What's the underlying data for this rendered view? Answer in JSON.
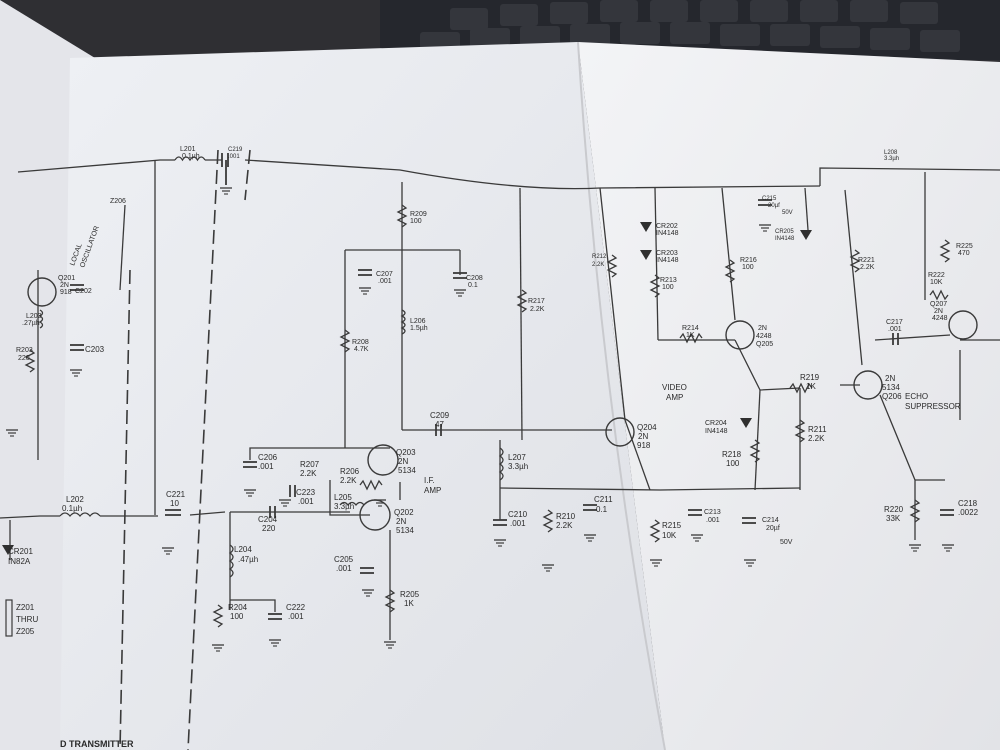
{
  "schematic": {
    "title_fragment": "D TRANSMITTER",
    "labels": {
      "l201": "L201",
      "l201_val": "0.1µh",
      "c219": "C219",
      "c219_val": ".001",
      "z206": "Z206",
      "local_osc_1": "LOCAL",
      "local_osc_2": "OSCILLATOR",
      "q201": "Q201",
      "q201_type": "2N",
      "q201_num": "918",
      "l203": "L203",
      "l203_val": ".27µh",
      "c202": "C202",
      "c203": "C203",
      "r203": "R203",
      "r203_val": "220",
      "cr201": "CR201",
      "cr201_val": "IN82A",
      "z_list_1": "Z201",
      "z_list_2": "THRU",
      "z_list_3": "Z205",
      "l202": "L202",
      "l202_val": "0.1µh",
      "c221": "C221",
      "c221_val": "10",
      "r209": "R209",
      "r209_val": "100",
      "c207": "C207",
      "c207_val": ".001",
      "c208": "C208",
      "c208_val": "0.1",
      "l206": "L206",
      "l206_val": "1.5µh",
      "r208": "R208",
      "r208_val": "4.7K",
      "c209": "C209",
      "c209_val": "47",
      "q203": "Q203",
      "q203_type": "2N",
      "q203_num": "5134",
      "if_amp_1": "I.F.",
      "if_amp_2": "AMP",
      "c206": "C206",
      "c206_val": ".001",
      "r207": "R207",
      "r207_val": "2.2K",
      "r206": "R206",
      "r206_val": "2.2K",
      "c223": "C223",
      "c223_val": ".001",
      "l205": "L205",
      "l205_val": "3.3µh",
      "q202": "Q202",
      "q202_type": "2N",
      "q202_num": "5134",
      "c204": "C204",
      "c204_val": "220",
      "l204": "L204",
      "l204_val": ".47µh",
      "c205": "C205",
      "c205_val": ".001",
      "r205": "R205",
      "r205_val": "1K",
      "r204": "R204",
      "r204_val": "100",
      "c222": "C222",
      "c222_val": ".001",
      "r217": "R217",
      "r217_val": "2.2K",
      "l207": "L207",
      "l207_val": "3.3µh",
      "c210": "C210",
      "c210_val": ".001",
      "r210": "R210",
      "r210_val": "2.2K",
      "c211": "C211",
      "c211_val": "0.1",
      "r212": "R212",
      "r212_val": "2.2K",
      "cr202": "CR202",
      "cr202_val": "IN4148",
      "cr203": "CR203",
      "cr203_val": "IN4148",
      "r213": "R213",
      "r213_val": "100",
      "r214": "R214",
      "r214_val": "1K",
      "video_amp_1": "VIDEO",
      "video_amp_2": "AMP",
      "q204": "Q204",
      "q204_type": "2N",
      "q204_num": "918",
      "r215": "R215",
      "r215_val": "10K",
      "c213": "C213",
      "c213_val": ".001",
      "c215": "C215",
      "c215_val": "20µf",
      "c215_volt": "50V",
      "cr205": "CR205",
      "cr205_val": "IN4148",
      "r216": "R216",
      "r216_val": "100",
      "q205_type": "2N",
      "q205_num": "4248",
      "q205": "Q205",
      "cr204": "CR204",
      "cr204_val": "IN4148",
      "r218": "R218",
      "r218_val": "100",
      "r219": "R219",
      "r219_val": "1K",
      "r211": "R211",
      "r211_val": "2.2K",
      "c214": "C214",
      "c214_val": "20µf",
      "c214_volt": "50V",
      "l208": "L208",
      "l208_val": "3.3µh",
      "r221": "R221",
      "r221_val": "2.2K",
      "r225": "R225",
      "r225_val": "470",
      "r222": "R222",
      "r222_val": "10K",
      "c217": "C217",
      "c217_val": ".001",
      "q207": "Q207",
      "q207_type": "2N",
      "q207_num": "4248",
      "q206_type": "2N",
      "q206_num": "5134",
      "q206": "Q206",
      "echo_1": "ECHO",
      "echo_2": "SUPPRESSOR",
      "r220": "R220",
      "r220_val": "33K",
      "c218": "C218",
      "c218_val": ".0022"
    }
  }
}
